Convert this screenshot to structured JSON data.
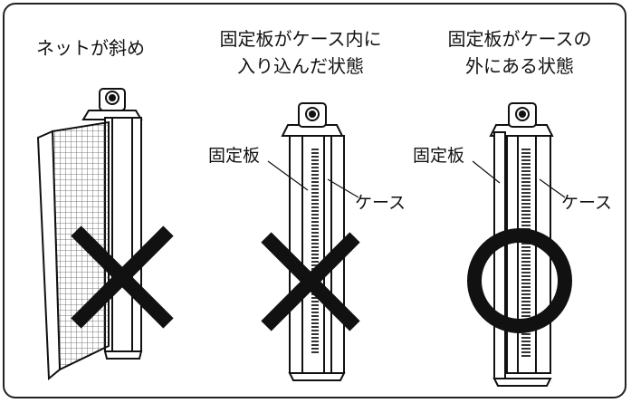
{
  "panels": [
    {
      "title_lines": [
        "ネットが斜め"
      ],
      "mark": "cross",
      "mark_label": "x-mark"
    },
    {
      "title_lines": [
        "固定板がケース内に",
        "入り込んだ状態"
      ],
      "mark": "cross",
      "mark_label": "x-mark",
      "label_plate": "固定板",
      "label_case": "ケース"
    },
    {
      "title_lines": [
        "固定板がケースの",
        "外にある状態"
      ],
      "mark": "circle",
      "mark_label": "o-mark",
      "label_plate": "固定板",
      "label_case": "ケース"
    }
  ],
  "colors": {
    "ink": "#111111",
    "mesh": "#555555",
    "background": "#ffffff"
  }
}
